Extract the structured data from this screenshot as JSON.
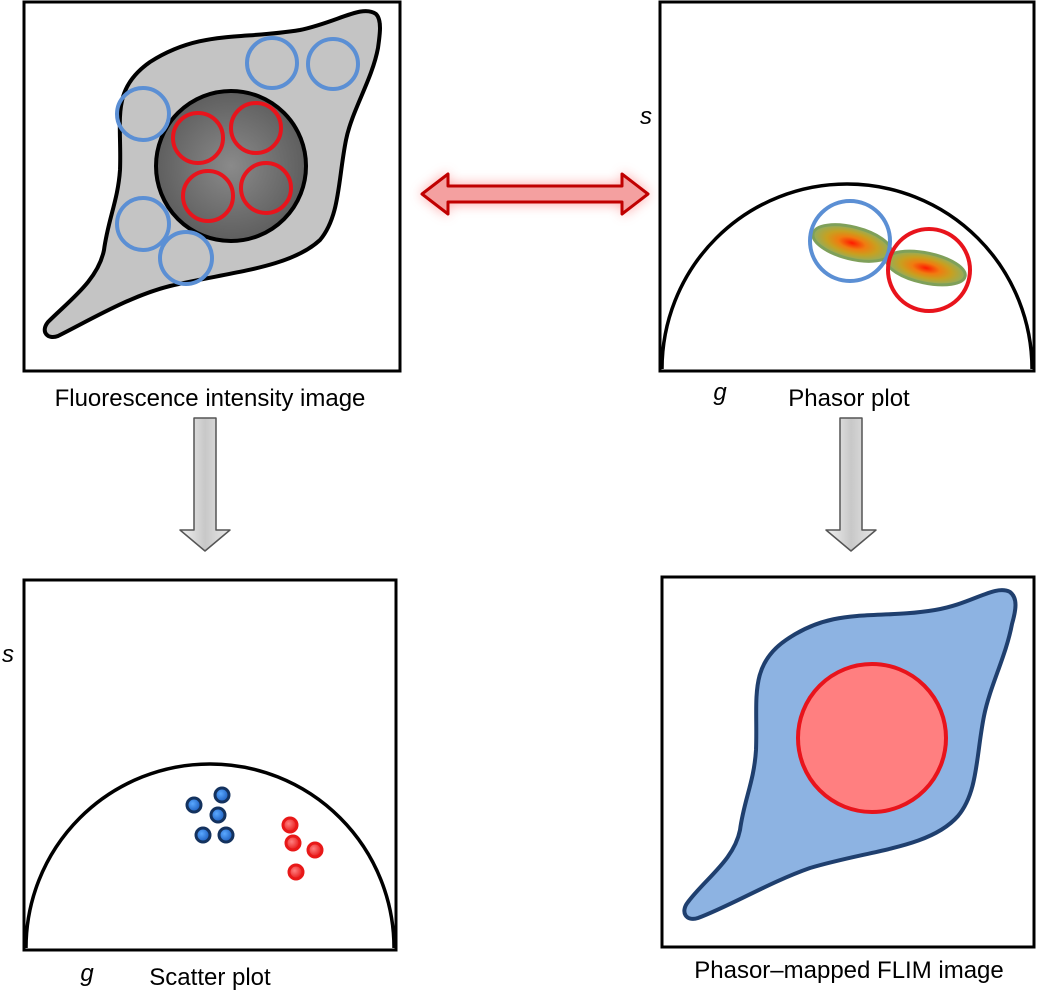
{
  "panels": {
    "intensity": {
      "caption": "Fluorescence intensity image"
    },
    "phasor": {
      "caption": "Phasor plot",
      "xlabel": "g",
      "ylabel": "s"
    },
    "scatter": {
      "caption": "Scatter plot",
      "xlabel": "g",
      "ylabel": "s"
    },
    "flim": {
      "caption": "Phasor–mapped FLIM image"
    }
  },
  "colors": {
    "cell_gray": "#c4c4c4",
    "nucleus_gray": "#6e6e6e",
    "roi_blue": "#5b8fd4",
    "roi_red": "#e8141c",
    "flim_cell": "#8db3e2",
    "flim_outline": "#1f3f6e",
    "flim_nucleus": "#ff7f80",
    "dot_blue": "#2e78d6",
    "dot_red": "#f03030"
  },
  "icons": {
    "link_arrow": "double-headed-red-arrow",
    "down_arrow": "gray-down-arrow"
  }
}
